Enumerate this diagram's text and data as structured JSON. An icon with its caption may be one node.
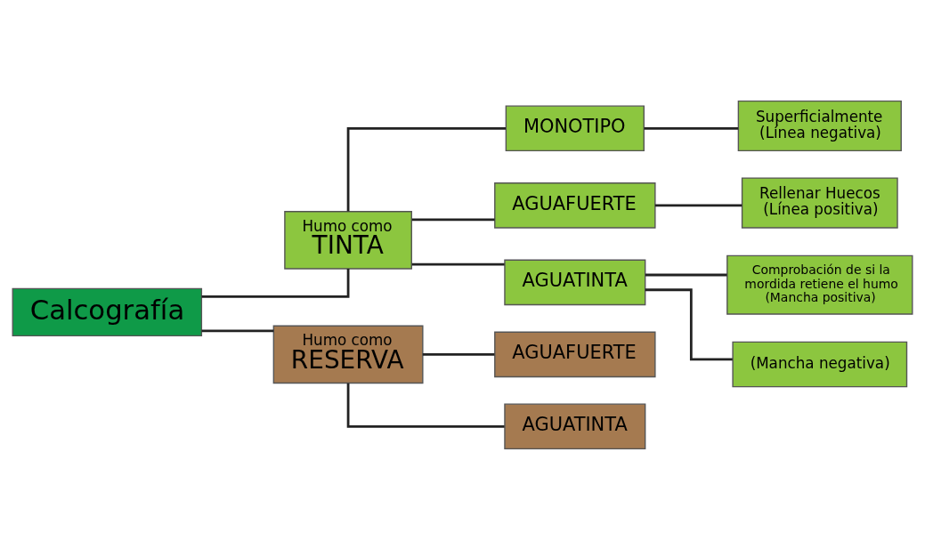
{
  "diagram": {
    "nodes": [
      {
        "text": [
          "Calcografía"
        ]
      },
      {
        "text": [
          "Humo como",
          "TINTA"
        ]
      },
      {
        "text": [
          "MONOTIPO"
        ]
      },
      {
        "text": [
          "AGUAFUERTE"
        ]
      },
      {
        "text": [
          "AGUATINTA"
        ]
      },
      {
        "text": [
          "Superficialmente (Línea negativa)"
        ]
      },
      {
        "text": [
          "Rellenar Huecos (Línea positiva)"
        ]
      },
      {
        "text": [
          "Comprobación de si la mordida retiene el humo (Mancha positiva)"
        ]
      },
      {
        "text": [
          "(Mancha negativa)"
        ]
      },
      {
        "text": [
          "Humo como",
          "RESERVA"
        ]
      },
      {
        "text": [
          "AGUAFUERTE"
        ]
      },
      {
        "text": [
          "AGUATINTA"
        ]
      }
    ],
    "edges": [
      {
        "from": 0,
        "to": 1,
        "arrow": "none"
      },
      {
        "from": 0,
        "to": 9,
        "arrow": "none"
      },
      {
        "from": 1,
        "to": 2,
        "arrow": "none"
      },
      {
        "from": 1,
        "to": 3,
        "arrow": "none"
      },
      {
        "from": 1,
        "to": 4,
        "arrow": "none"
      },
      {
        "from": 2,
        "to": 5,
        "arrow": "none"
      },
      {
        "from": 3,
        "to": 6,
        "arrow": "none"
      },
      {
        "from": 4,
        "to": 7,
        "arrow": "none"
      },
      {
        "from": 4,
        "to": 8,
        "arrow": "none"
      },
      {
        "from": 9,
        "to": 10,
        "arrow": "none"
      },
      {
        "from": 9,
        "to": 11,
        "arrow": "none"
      }
    ]
  }
}
